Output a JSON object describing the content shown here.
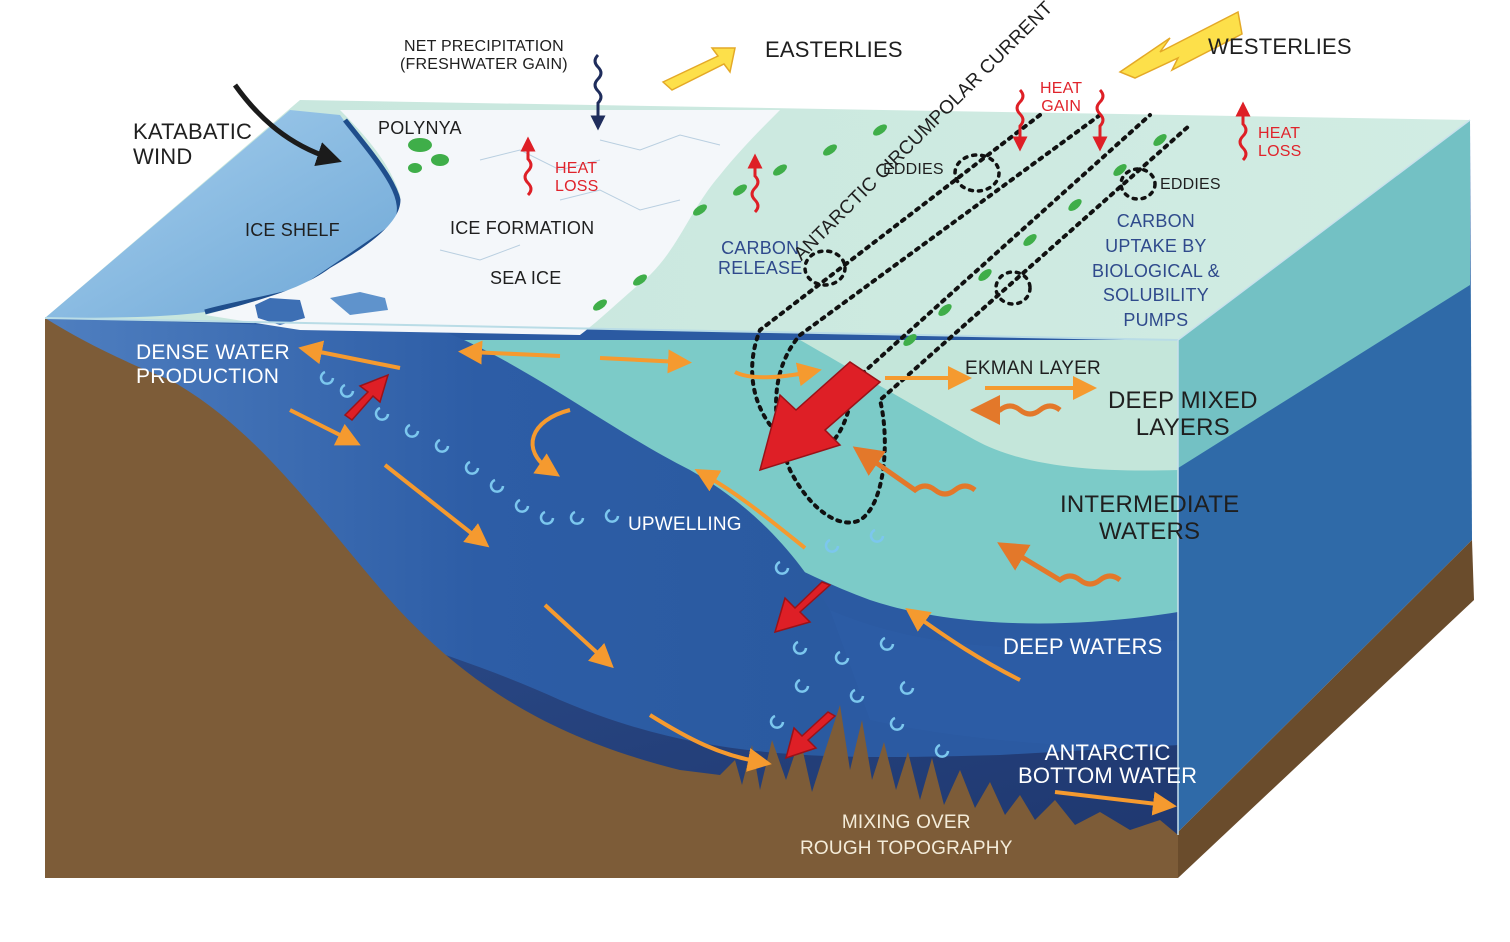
{
  "labels": {
    "net_precipitation": [
      "NET PRECIPITATION",
      "(FRESHWATER GAIN)"
    ],
    "easterlies": "EASTERLIES",
    "westerlies": "WESTERLIES",
    "katabatic_wind": [
      "KATABATIC",
      "WIND"
    ],
    "polynya": "POLYNYA",
    "heat_loss_left": [
      "HEAT",
      "LOSS"
    ],
    "heat_gain": [
      "HEAT",
      "GAIN"
    ],
    "heat_loss_right": [
      "HEAT",
      "LOSS"
    ],
    "eddies_left": "EDDIES",
    "eddies_right": "EDDIES",
    "ice_shelf": "ICE SHELF",
    "ice_formation": "ICE FORMATION",
    "sea_ice": "SEA ICE",
    "carbon_release": [
      "CARBON",
      "RELEASE"
    ],
    "carbon_uptake": [
      "CARBON",
      "UPTAKE BY",
      "BIOLOGICAL &",
      "SOLUBILITY",
      "PUMPS"
    ],
    "acc": "ANTARCTIC CIRCUMPOLAR CURRENT",
    "dense_water": [
      "DENSE WATER",
      "PRODUCTION"
    ],
    "ekman_layer": "EKMAN LAYER",
    "deep_mixed_layers": [
      "DEEP MIXED",
      "LAYERS"
    ],
    "intermediate_waters": [
      "INTERMEDIATE",
      "WATERS"
    ],
    "upwelling": "UPWELLING",
    "deep_waters": "DEEP WATERS",
    "antarctic_bottom_water": [
      "ANTARCTIC",
      "BOTTOM WATER"
    ],
    "mixing": [
      "MIXING OVER",
      "ROUGH TOPOGRAPHY"
    ]
  },
  "colors": {
    "seabed": "#7d5c38",
    "seabed_side": "#6a4c2c",
    "ice_shelf": "#86b9df",
    "sea_ice": "#f4f7fa",
    "surface_green": "#cce9de",
    "mixed_layer": "#bfe3d6",
    "intermediate": "#7ccbc8",
    "deep_water": "#2e5fa8",
    "bottom_water": "#233f7a",
    "orange_arrow": "#f59a2f",
    "red_arrow": "#de1f26",
    "wind_arrow": "#fde04a",
    "phytoplankton": "#3fae49",
    "black_text": "#1f1f1f",
    "red_text": "#e0232b",
    "navy_text": "#2f4a8c"
  }
}
